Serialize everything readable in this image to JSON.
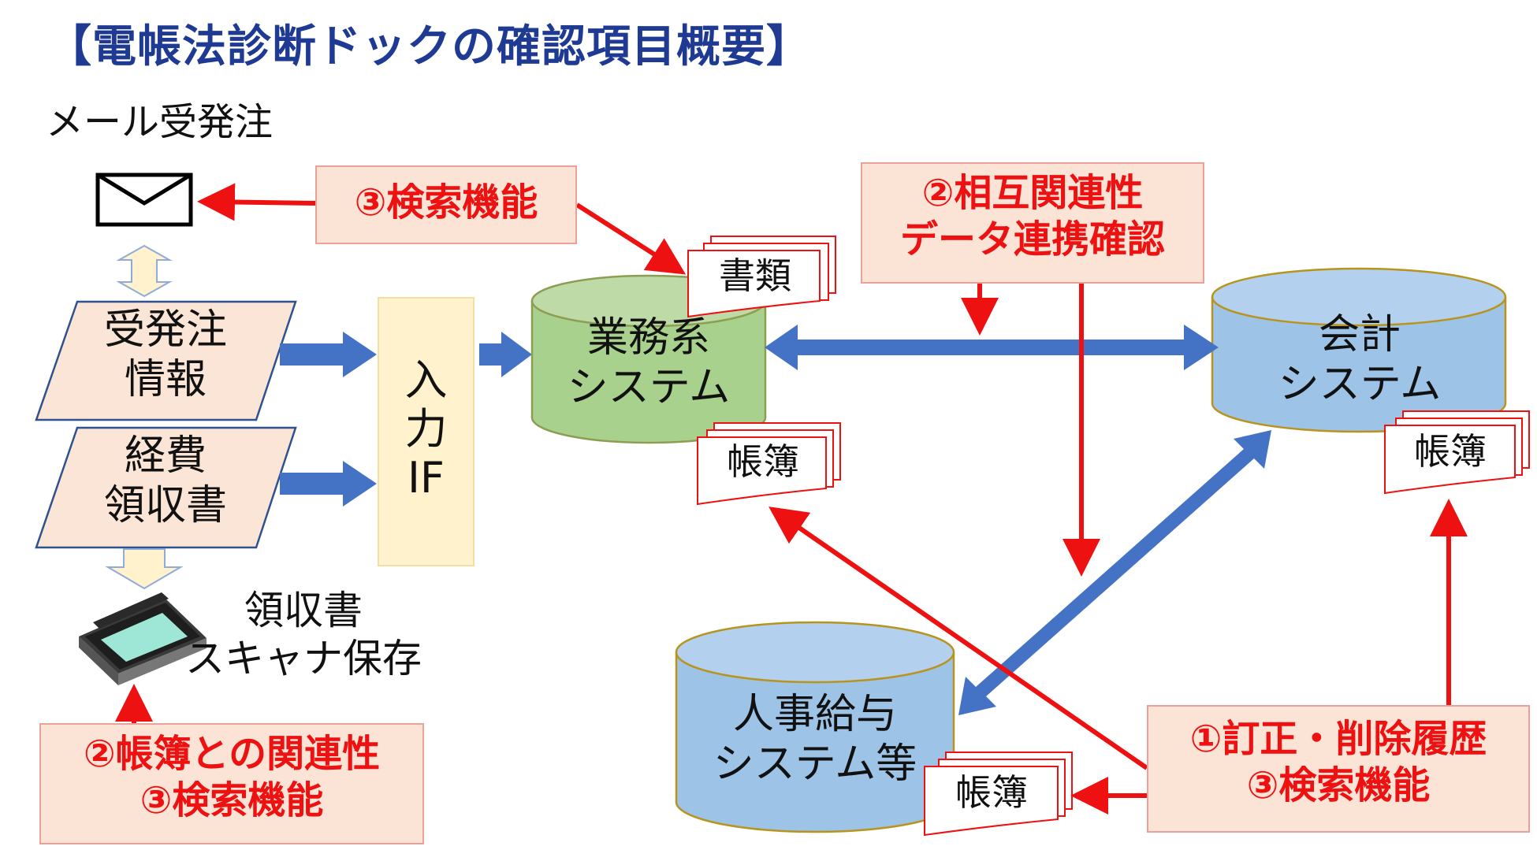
{
  "title": "【電帳法診断ドックの確認項目概要】",
  "mail": {
    "label": "メール受発注"
  },
  "inputs": [
    {
      "line1": "受発注",
      "line2": "情報"
    },
    {
      "line1": "経費",
      "line2": "領収書"
    }
  ],
  "input_if": {
    "line1": "入",
    "line2": "力",
    "line3": "IF"
  },
  "scanner": {
    "line1": "領収書",
    "line2": "スキャナ保存"
  },
  "systems": {
    "business": {
      "line1": "業務系",
      "line2": "システム"
    },
    "accounting": {
      "line1": "会計",
      "line2": "システム"
    },
    "hr": {
      "line1": "人事給与",
      "line2": "システム等"
    }
  },
  "docs": {
    "shorui": "書類",
    "business_ledger": "帳簿",
    "accounting_ledger": "帳簿",
    "hr_ledger": "帳簿"
  },
  "callouts": {
    "search_top": "③検索機能",
    "linkage": {
      "line1": "②相互関連性",
      "line2": "データ連携確認"
    },
    "scanner_box": {
      "line1": "②帳簿との関連性",
      "line2": "③検索機能"
    },
    "history": {
      "line1": "①訂正・削除履歴",
      "line2": "③検索機能"
    }
  },
  "colors": {
    "title": "#1f3a93",
    "callout_text": "#ee1111",
    "callout_fill": "#fbe3d6",
    "blue_arrow": "#4472c4",
    "green_db": "#a9d18e",
    "blue_db": "#9dc3e6",
    "input_fill": "#fbe5d6",
    "if_fill": "#fff2cc"
  }
}
